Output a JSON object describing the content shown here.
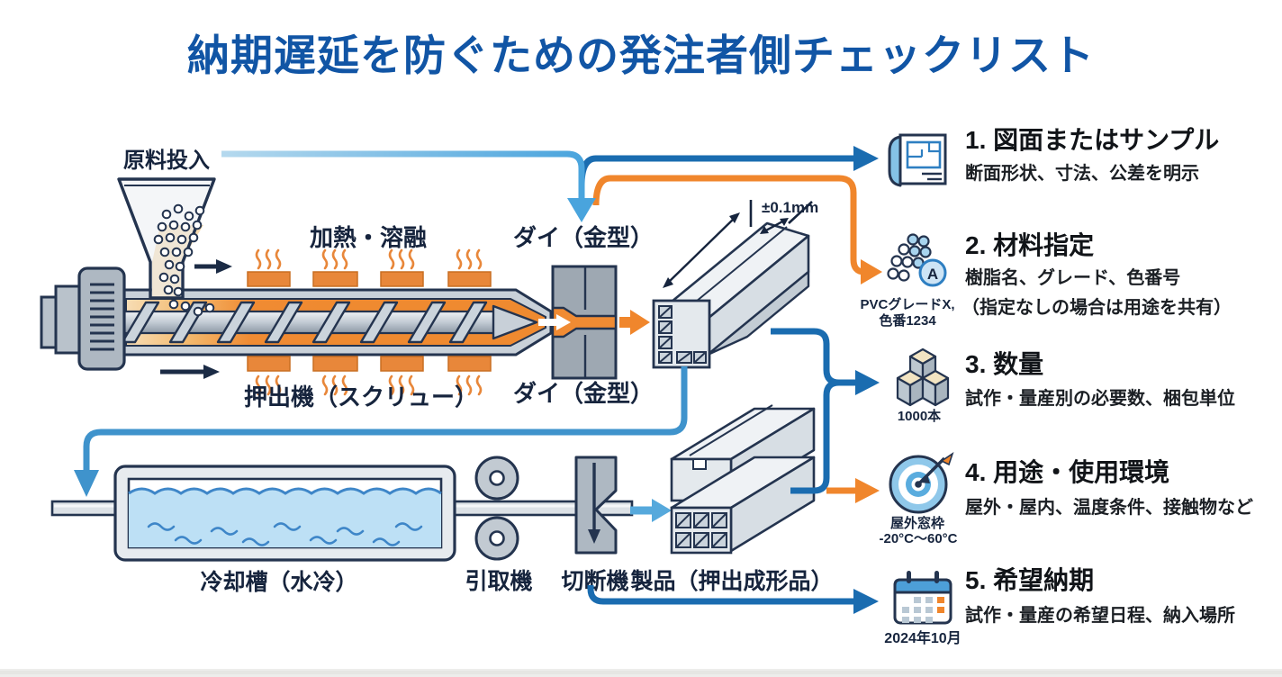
{
  "title": "納期遅延を防ぐための発注者側チェックリスト",
  "machine": {
    "feed_label": "原料投入",
    "heating_label": "加熱・溶融",
    "die_top_label": "ダイ（金型）",
    "die_bottom_label": "ダイ（金型）",
    "extruder_label": "押出機（スクリュー）",
    "tolerance_label": "±0.1mm",
    "cooling_label": "冷却槽（水冷）",
    "puller_label": "引取機",
    "cutter_label": "切断機",
    "product_label": "製品（押出成形品）",
    "material_marker": "A"
  },
  "checklist": [
    {
      "title": "1. 図面またはサンプル",
      "desc": "断面形状、寸法、公差を明示",
      "icon": "blueprint-icon"
    },
    {
      "title": "2. 材料指定",
      "desc": "樹脂名、グレード、色番号",
      "desc2": "（指定なしの場合は用途を共有）",
      "ex1": "PVCグレードX,",
      "ex2": "色番1234",
      "icon": "pellets-icon"
    },
    {
      "title": "3. 数量",
      "desc": "試作・量産別の必要数、梱包単位",
      "ex1": "1000本",
      "icon": "boxes-icon"
    },
    {
      "title": "4. 用途・使用環境",
      "desc": "屋外・屋内、温度条件、接触物など",
      "ex1": "屋外窓枠",
      "ex2": "-20°C～60°C",
      "icon": "target-icon"
    },
    {
      "title": "5. 希望納期",
      "desc": "試作・量産の希望日程、納入場所",
      "ex1": "2024年10月",
      "icon": "calendar-icon"
    }
  ],
  "colors": {
    "title_blue": "#1155A5",
    "dark_blue_arrow": "#1A6CB0",
    "medium_blue_arrow": "#3F93CC",
    "light_blue_arrow": "#56A9DC",
    "orange_arrow": "#F0862C",
    "heater_orange": "#E8873A",
    "melt_orange": "#F08B33",
    "water_blue": "#BDE0F5",
    "outline_navy": "#24344F",
    "metal_gray": "#C9D1D9"
  }
}
